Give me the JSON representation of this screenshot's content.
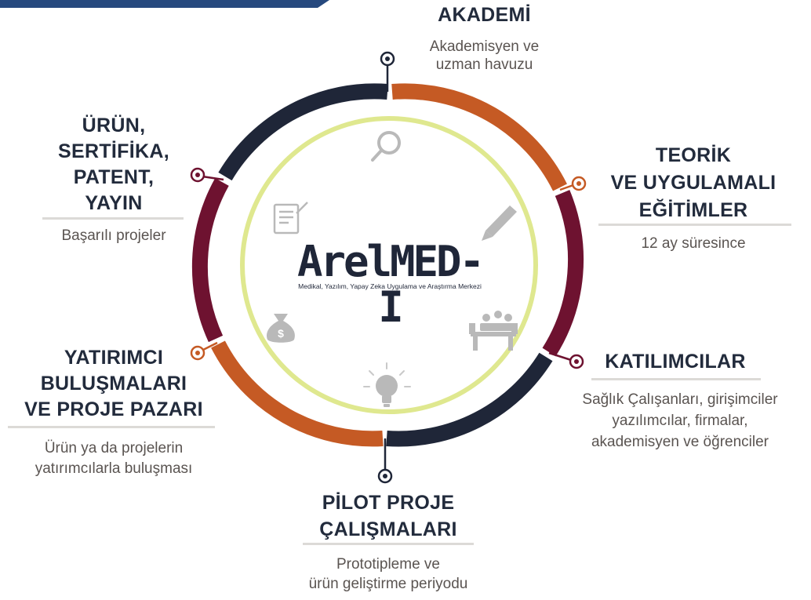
{
  "colors": {
    "navy": "#1f2638",
    "orange": "#c55a24",
    "maroon": "#6e1230",
    "inner_ring": "#dfe88f",
    "icon_grey": "#b9b9b9",
    "text_grey": "#5a5451",
    "top_bar": "#26497e"
  },
  "center": {
    "logo": "ArelMED-I",
    "subtitle": "Medikal, Yazılım, Yapay Zeka Uygulama ve Araştırma Merkezi"
  },
  "sections": {
    "akademi": {
      "title": "AKADEMİ",
      "desc": [
        "Akademisyen ve",
        "uzman havuzu"
      ]
    },
    "teorik": {
      "title": [
        "TEORİK",
        "VE UYGULAMALI",
        "EĞİTİMLER"
      ],
      "desc": "12 ay süresince"
    },
    "katilimcilar": {
      "title": "KATILIMCILAR",
      "desc": [
        "Sağlık Çalışanları, girişimciler",
        "yazılımcılar, firmalar,",
        "akademisyen ve öğrenciler"
      ]
    },
    "pilot": {
      "title": [
        "PİLOT PROJE",
        "ÇALIŞMALARI"
      ],
      "desc": [
        "Prototipleme ve",
        "ürün geliştirme periyodu"
      ]
    },
    "yatirimci": {
      "title": [
        "YATIRIMCI",
        "BULUŞMALARI",
        "VE PROJE PAZARI"
      ],
      "desc": [
        "Ürün ya da projelerin",
        "yatırımcılarla buluşması"
      ]
    },
    "urun": {
      "title": [
        "ÜRÜN,",
        "SERTİFİKA,",
        "PATENT,",
        "YAYIN"
      ],
      "desc": "Başarılı projeler"
    }
  },
  "icons": [
    "search-icon",
    "pencil-icon",
    "meeting-icon",
    "lightbulb-icon",
    "money-bag-icon",
    "document-icon"
  ]
}
